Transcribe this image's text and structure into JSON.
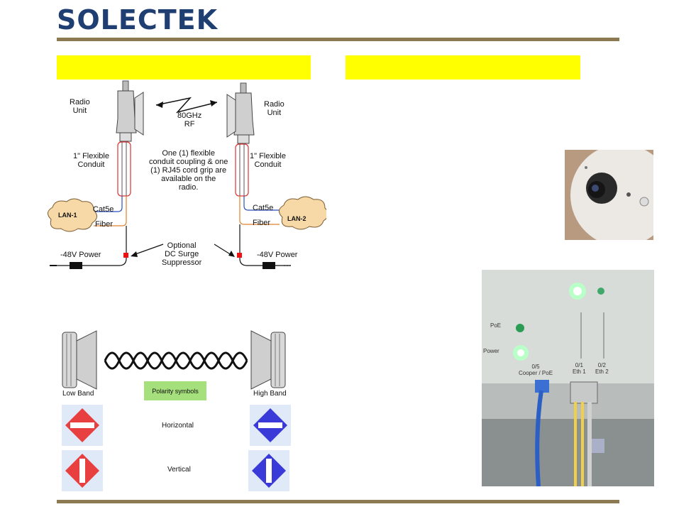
{
  "header": {
    "logo_text": "SOLECTEK"
  },
  "diagram1": {
    "radio_unit_left": "Radio\nUnit",
    "radio_unit_right": "Radio\nUnit",
    "link_label": "80GHz\nRF",
    "conduit_left": "1\" Flexible\nConduit",
    "conduit_right": "1\" Flexible\nConduit",
    "conduit_note": "One (1) flexible\nconduit coupling & one\n(1) RJ45 cord grip are\navailable on the\nradio.",
    "lan1": "LAN-1",
    "lan2": "LAN-2",
    "cat5e_left": "Cat5e",
    "cat5e_right": "Cat5e",
    "fiber_left": "Fiber",
    "fiber_right": "Fiber",
    "power_left": "-48V Power",
    "power_right": "-48V Power",
    "surge": "Optional\nDC Surge\nSuppressor"
  },
  "diagram2": {
    "low_band": "Low Band",
    "high_band": "High Band",
    "polarity": "Polarity symbols",
    "horizontal": "Horizontal",
    "vertical": "Vertical"
  },
  "photo2": {
    "poe": "PoE",
    "power": "Power",
    "port0": "0/5\nCooper / PoE",
    "port1": "0/1\nEth 1",
    "port2": "0/2\nEth 2"
  },
  "colors": {
    "brand_blue": "#1f3f73",
    "rule": "#8b7a52",
    "highlight_yellow": "#ffff00",
    "red_tile": "#e84040",
    "blue_tile": "#3a3ad8"
  }
}
